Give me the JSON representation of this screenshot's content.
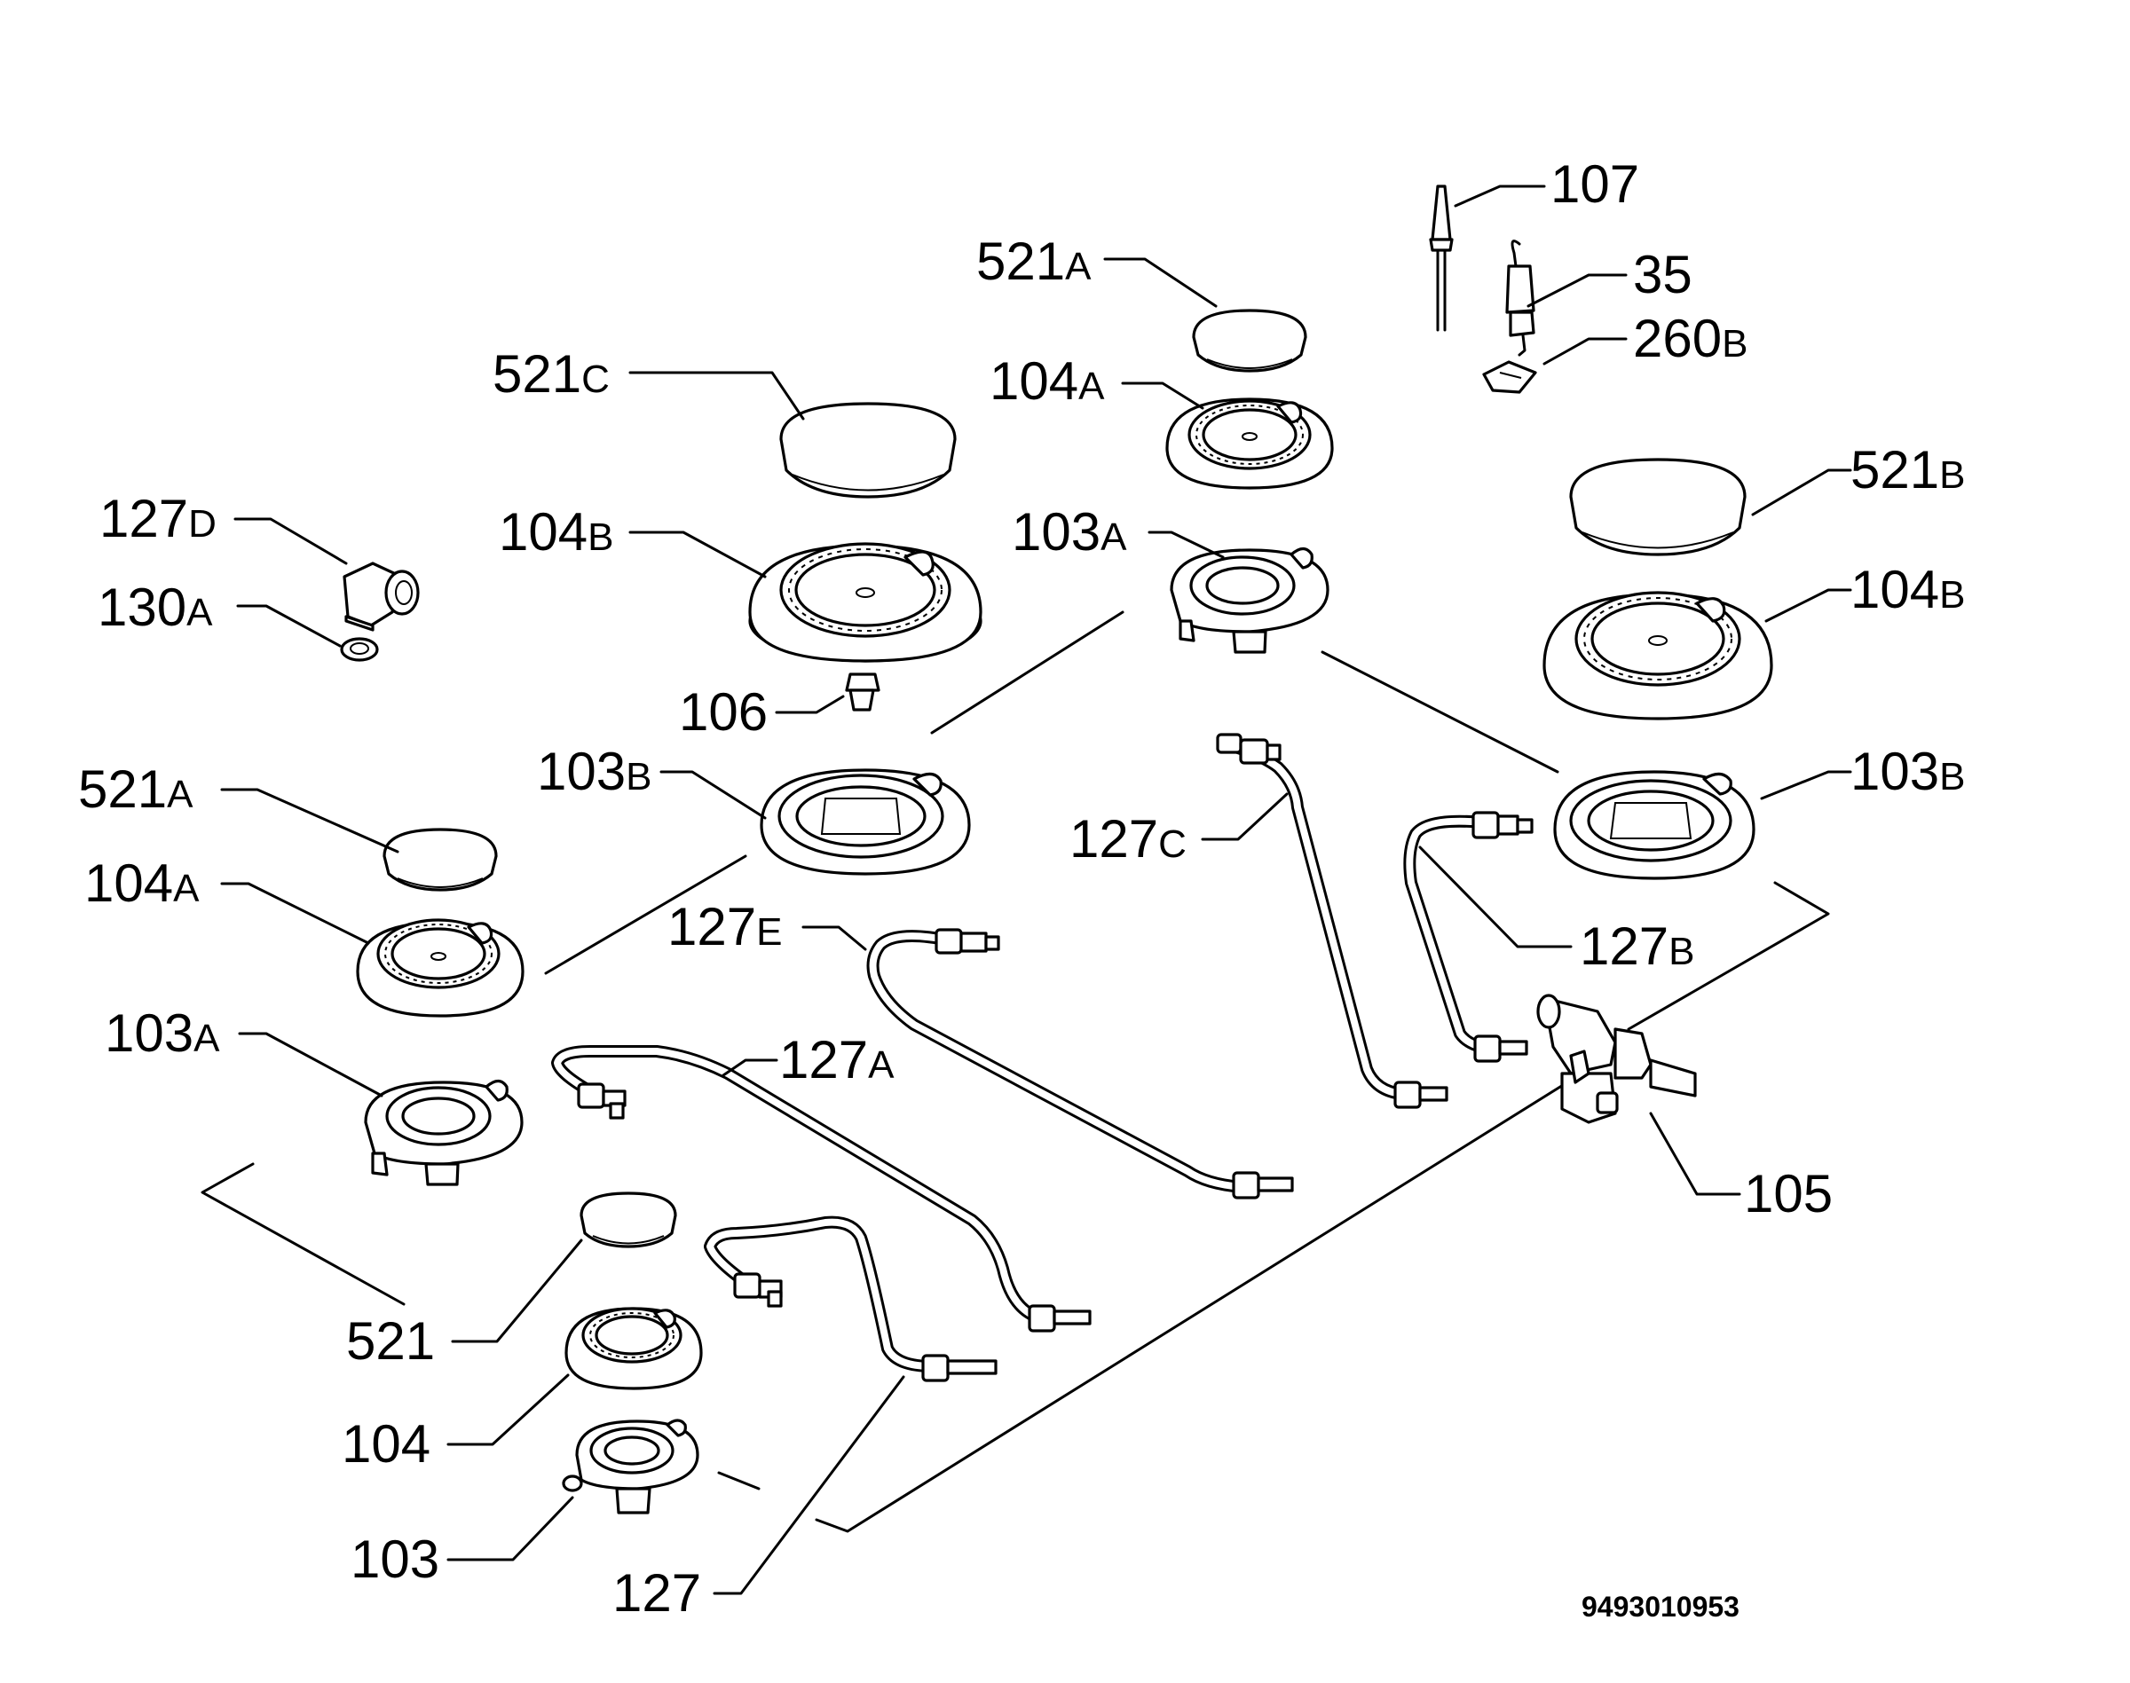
{
  "drawing_code": "9493010953",
  "labels": {
    "l107": {
      "main": "107",
      "suffix": ""
    },
    "l521A_top": {
      "main": "521",
      "suffix": "A"
    },
    "l35": {
      "main": "35",
      "suffix": ""
    },
    "l260B": {
      "main": "260",
      "suffix": "B"
    },
    "l521C": {
      "main": "521",
      "suffix": "C"
    },
    "l104A_top": {
      "main": "104",
      "suffix": "A"
    },
    "l127D": {
      "main": "127",
      "suffix": "D"
    },
    "l104B_left": {
      "main": "104",
      "suffix": "B"
    },
    "l103A_top": {
      "main": "103",
      "suffix": "A"
    },
    "l521B": {
      "main": "521",
      "suffix": "B"
    },
    "l130A": {
      "main": "130",
      "suffix": "A"
    },
    "l104B_right": {
      "main": "104",
      "suffix": "B"
    },
    "l106": {
      "main": "106",
      "suffix": ""
    },
    "l521A_left": {
      "main": "521",
      "suffix": "A"
    },
    "l103B_left": {
      "main": "103",
      "suffix": "B"
    },
    "l103B_right": {
      "main": "103",
      "suffix": "B"
    },
    "l127C": {
      "main": "127",
      "suffix": "C"
    },
    "l104A_left": {
      "main": "104",
      "suffix": "A"
    },
    "l127E": {
      "main": "127",
      "suffix": "E"
    },
    "l127B": {
      "main": "127",
      "suffix": "B"
    },
    "l103A_left": {
      "main": "103",
      "suffix": "A"
    },
    "l127A": {
      "main": "127",
      "suffix": "A"
    },
    "l105": {
      "main": "105",
      "suffix": ""
    },
    "l521": {
      "main": "521",
      "suffix": ""
    },
    "l104": {
      "main": "104",
      "suffix": ""
    },
    "l103": {
      "main": "103",
      "suffix": ""
    },
    "l127": {
      "main": "127",
      "suffix": ""
    }
  }
}
